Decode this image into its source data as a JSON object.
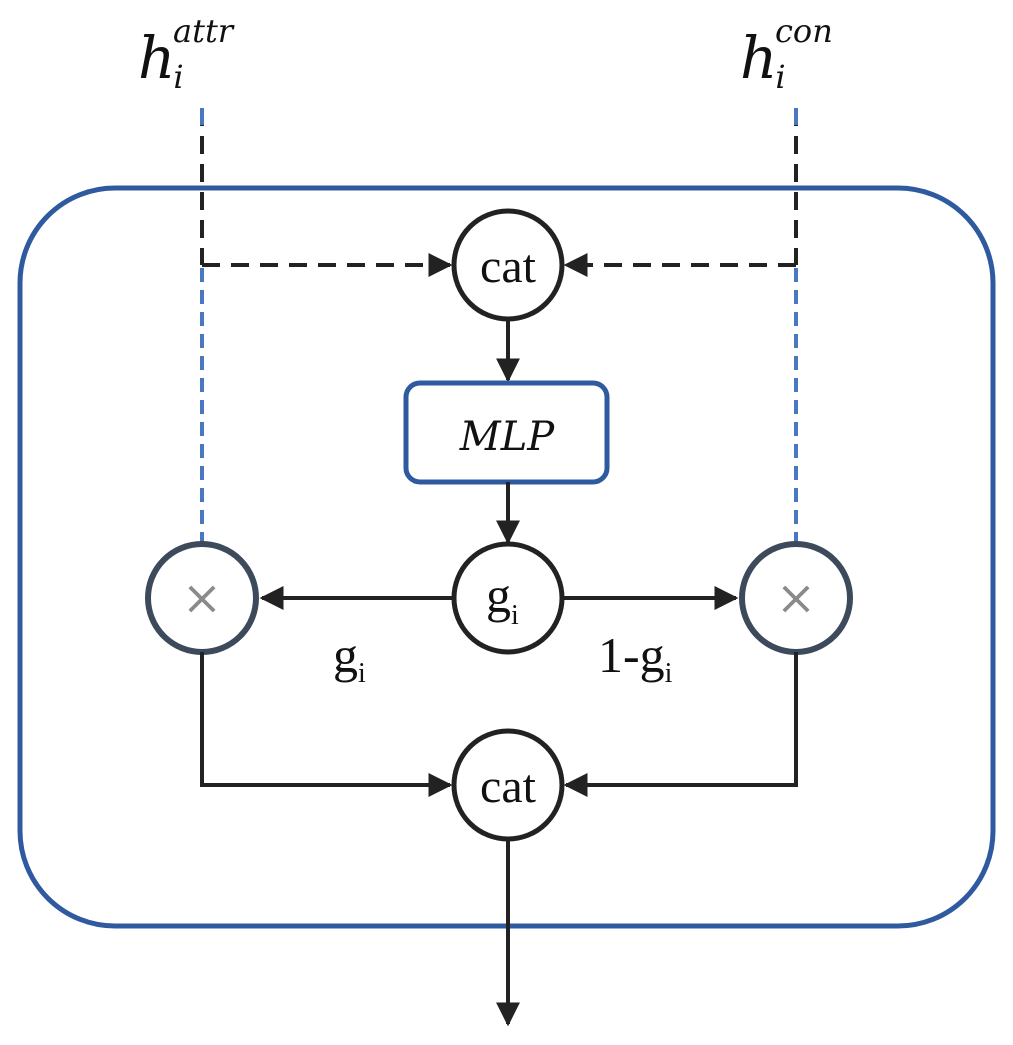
{
  "inputs": {
    "left": {
      "base": "h",
      "sub": "i",
      "sup": "attr"
    },
    "right": {
      "base": "h",
      "sub": "i",
      "sup": "con"
    }
  },
  "nodes": {
    "cat_top": "cat",
    "mlp": "MLP",
    "gate": {
      "base": "g",
      "sub": "i"
    },
    "mult_left": "×",
    "mult_right": "×",
    "cat_bottom": "cat"
  },
  "edge_labels": {
    "left": {
      "base": "g",
      "sub": "i"
    },
    "right": {
      "prefix": "1-",
      "base": "g",
      "sub": "i"
    }
  },
  "colors": {
    "module_border": "#2f5aa0",
    "dashed_blue": "#4a78c0",
    "dark": "#222222",
    "mult_border": "#3c4a5c",
    "mult_glyph": "#8a8a8a"
  }
}
